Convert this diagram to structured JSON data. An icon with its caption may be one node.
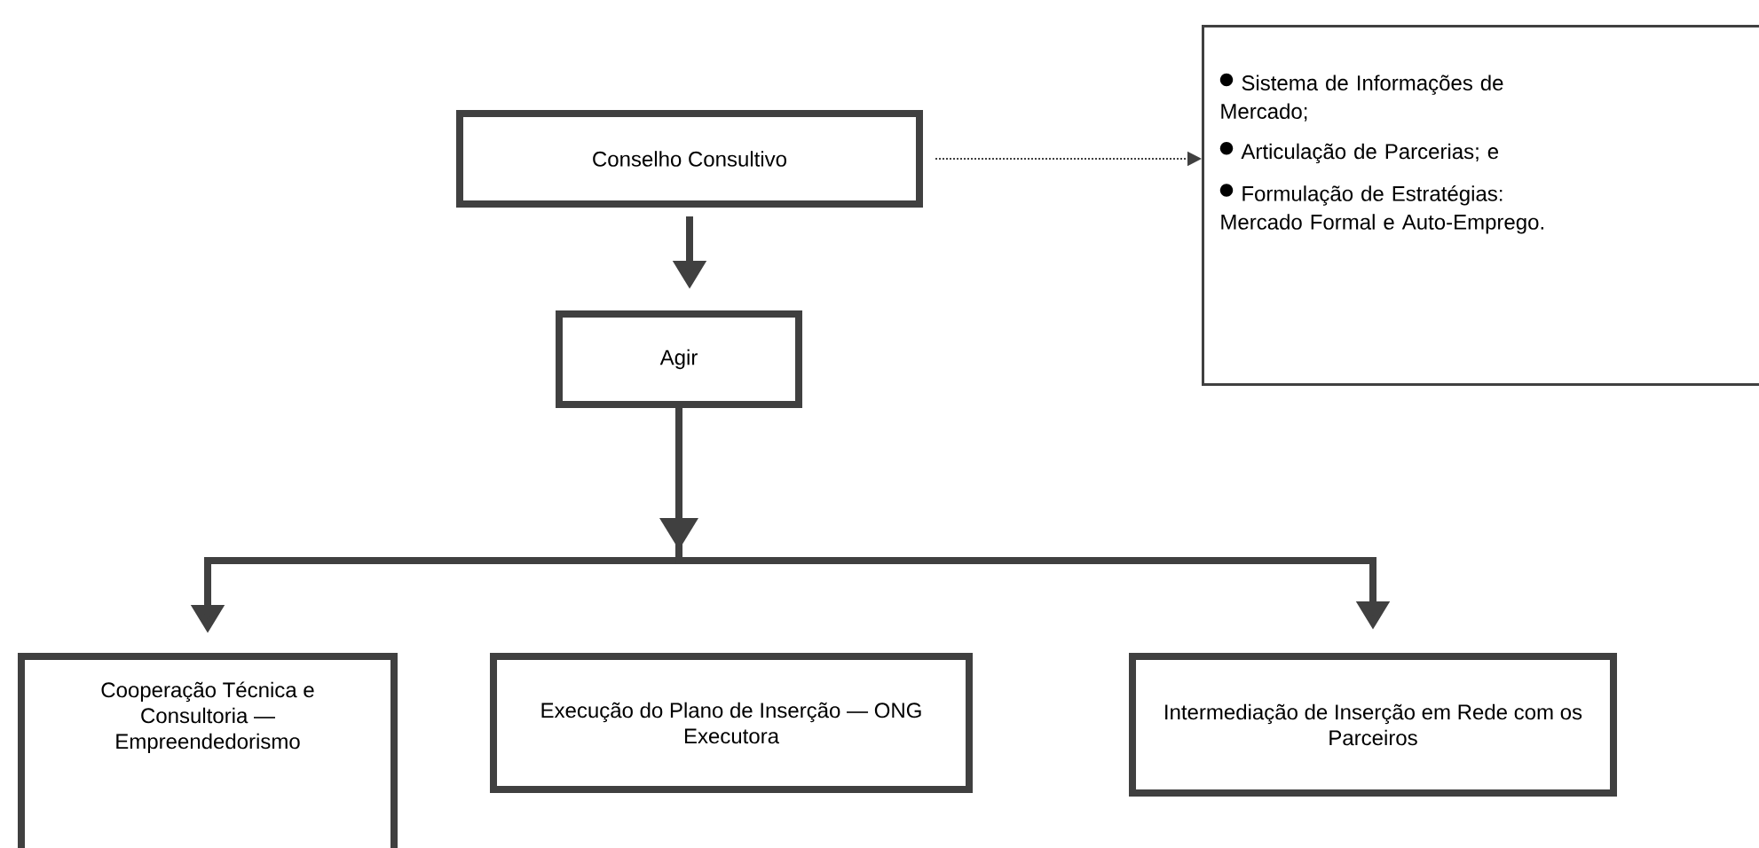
{
  "diagram": {
    "nodes": [
      {
        "text": [
          "Conselho Consultivo"
        ]
      },
      {
        "text": [
          "Agir"
        ]
      },
      {
        "text": [
          "Sistema de Informações de Mercado;",
          "Articulação de Parcerias; e",
          "Formulação de Estratégias: Mercado Formal e Auto-Emprego."
        ]
      },
      {
        "text": [
          "Cooperação Técnica e Consultoria — Empreendedorismo"
        ]
      },
      {
        "text": [
          "Execução do Plano de Inserção — ONG Executora"
        ]
      },
      {
        "text": [
          "Intermediação de Inserção em Rede com os Parceiros"
        ]
      }
    ],
    "edges": [
      {
        "from": 0,
        "to": 2,
        "arrow": "to",
        "style": "dashed"
      },
      {
        "from": 0,
        "to": 1,
        "arrow": "to"
      },
      {
        "from": 1,
        "to": 3,
        "arrow": "to"
      },
      {
        "from": 1,
        "to": 5,
        "arrow": "to"
      }
    ]
  }
}
